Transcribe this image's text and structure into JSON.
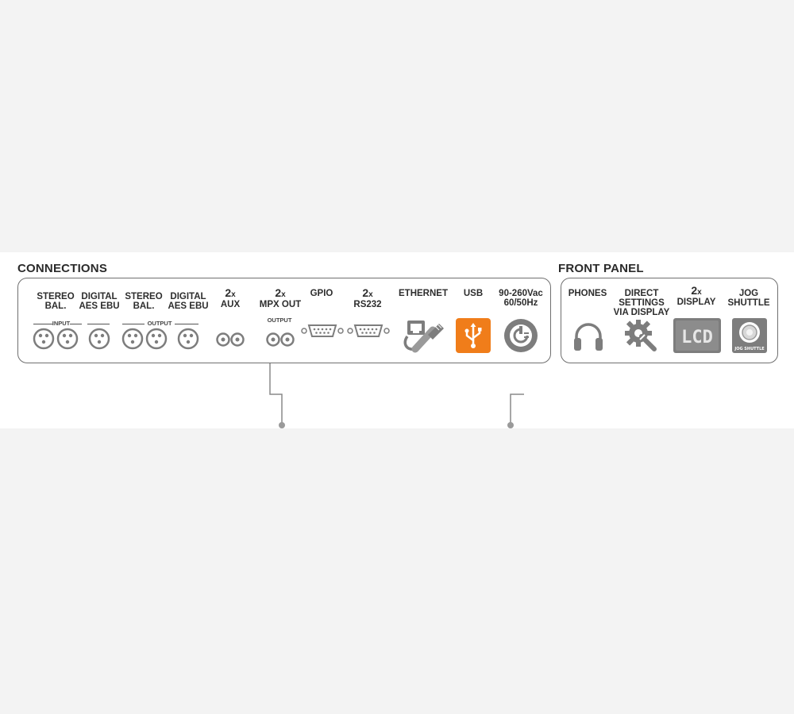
{
  "sections": {
    "connections_title": "CONNECTIONS",
    "front_panel_title": "FRONT PANEL"
  },
  "connections": {
    "stereo_bal_in_1": "STEREO",
    "stereo_bal_in_2": "BAL.",
    "digital_in_1": "DIGITAL",
    "digital_in_2": "AES EBU",
    "stereo_bal_out_1": "STEREO",
    "stereo_bal_out_2": "BAL.",
    "digital_out_1": "DIGITAL",
    "digital_out_2": "AES EBU",
    "input_group": "INPUT",
    "output_group": "OUTPUT",
    "aux_count": "2",
    "aux_x": "x",
    "aux_label": "AUX",
    "mpx_count": "2",
    "mpx_x": "x",
    "mpx_label": "MPX OUT",
    "mpx_output": "OUTPUT",
    "gpio_label": "GPIO",
    "rs232_count": "2",
    "rs232_x": "x",
    "rs232_label": "RS232",
    "ethernet_label": "ETHERNET",
    "usb_label": "USB",
    "power_1": "90-260Vac",
    "power_2": "60/50Hz"
  },
  "front_panel": {
    "phones_label": "PHONES",
    "direct_1": "DIRECT",
    "direct_2": "SETTINGS",
    "direct_3": "VIA DISPLAY",
    "display_count": "2",
    "display_x": "x",
    "display_label": "DISPLAY",
    "jog_1": "JOG",
    "jog_2": "SHUTTLE",
    "lcd_text": "LCD",
    "jog_caption": "JOG SHUTTLE"
  },
  "colors": {
    "usb_accent": "#f07d1a",
    "icon_gray": "#7d7d7d",
    "border": "#6f6f6f"
  }
}
